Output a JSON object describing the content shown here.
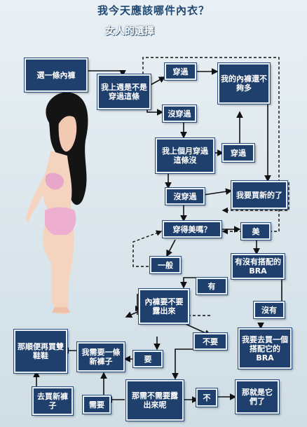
{
  "header": {
    "title": "我今天應該哪件內衣？",
    "subtitle": "女人的選擇"
  },
  "nodes": {
    "pick_underwear": "選一條內褲",
    "wore_last_week": "我上週是不是穿過這條",
    "worn": "穿過",
    "not_enough": "我的內褲還不夠多",
    "not_worn": "沒穿過",
    "wore_last_month": "我上個月穿過這條沒",
    "worn2": "穿過",
    "buy_new": "我要買新的了",
    "not_worn2": "沒穿過",
    "pretty": "穿得美嗎？",
    "beautiful": "美",
    "ordinary": "一般",
    "matching_bra": "有沒有搭配的BRA",
    "have": "有",
    "dont_have": "沒有",
    "panties_show": "內褲要不要露出來",
    "wont": "不要",
    "buy_bra": "我要去買一個搭配它的BRA",
    "buy_shoes": "那順便再買雙鞋鞋",
    "need_new_pants": "我需要一條新褲子",
    "will": "要",
    "bra_show": "那需不需要露出來呢",
    "no": "不",
    "thats_it": "那就是它們了",
    "buy_pants": "去買新褲子",
    "need": "需要"
  }
}
